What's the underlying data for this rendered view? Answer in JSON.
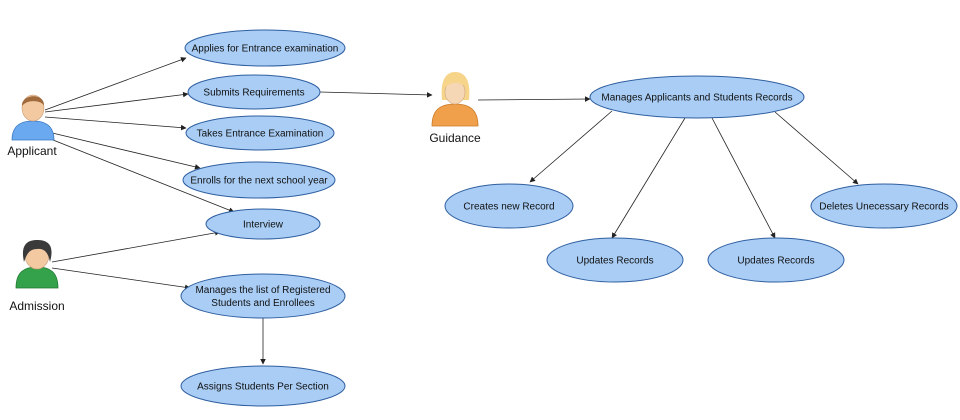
{
  "actors": {
    "applicant": {
      "label": "Applicant",
      "color": "#6aa9ef"
    },
    "admission": {
      "label": "Admission",
      "color": "#33a24a"
    },
    "guidance": {
      "label": "Guidance",
      "color": "#f0a04b"
    }
  },
  "use_cases": {
    "applies_entrance": "Applies for Entrance examination",
    "submits_requirements": "Submits Requirements",
    "takes_entrance": "Takes Entrance Examination",
    "enrolls_next_year": "Enrolls for the next school year",
    "interview": "Interview",
    "manages_list_line1": "Manages the list of Registered",
    "manages_list_line2": "Students and Enrollees",
    "assigns_students": "Assigns Students Per Section",
    "manages_records": "Manages Applicants and Students Records",
    "creates_record": "Creates new Record",
    "updates_records_1": "Updates Records",
    "updates_records_2": "Updates Records",
    "deletes_records": "Deletes Unecessary Records"
  },
  "colors": {
    "ellipse_fill": "#a9cdf5",
    "ellipse_stroke": "#2f5fa0"
  }
}
